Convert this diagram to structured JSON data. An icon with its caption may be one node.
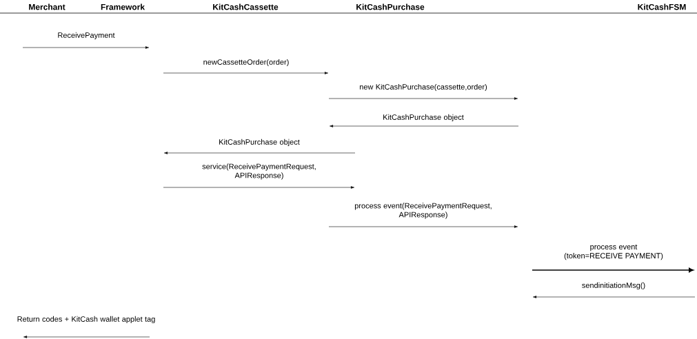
{
  "diagram": {
    "nodes": [
      {
        "text": [
          "Merchant"
        ]
      },
      {
        "text": [
          "Framework"
        ]
      },
      {
        "text": [
          "KitCashCassette"
        ]
      },
      {
        "text": [
          "KitCashPurchase"
        ]
      },
      {
        "text": [
          "KitCashFSM"
        ]
      }
    ],
    "labels": [
      "ReceivePayment",
      "newCassetteOrder(order)",
      "new KitCashPurchase(cassette,order)",
      "KitCashPurchase object",
      "KitCashPurchase object",
      "service(ReceivePaymentRequest, APIResponse)",
      "process event(ReceivePaymentRequest, APIResponse)",
      "process event (token=RECEIVE PAYMENT)",
      "sendinitiationMsg()",
      "Return codes + KitCash wallet applet tag"
    ]
  }
}
